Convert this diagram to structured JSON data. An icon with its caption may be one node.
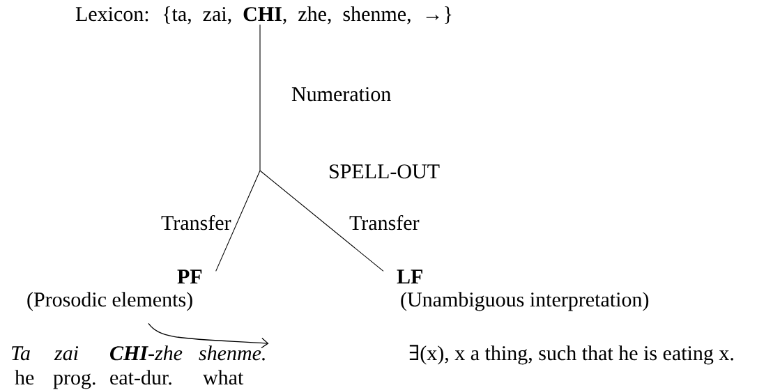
{
  "diagram": {
    "nodes": [
      {
        "text": [
          "Lexicon: {ta, zai, **CHI**, zhe, shenme, →}"
        ]
      },
      {
        "text": [
          "PF",
          "(Prosodic elements)"
        ]
      },
      {
        "text": [
          "LF",
          "(Unambiguous interpretation)"
        ]
      },
      {
        "text": [
          "shenme."
        ]
      }
    ],
    "edges": [
      {
        "from": 0,
        "to": 1,
        "arrow": "none",
        "label": "Transfer"
      },
      {
        "from": 0,
        "to": 2,
        "arrow": "none",
        "label": "Transfer"
      },
      {
        "from": 1,
        "to": 3,
        "arrow": "to"
      }
    ],
    "labels": [
      "Numeration",
      "SPELL-OUT",
      "Ta",
      "zai",
      "**CHI**-zhe",
      "∃(x), x a thing, such that he is eating x.",
      "he",
      "prog.",
      "eat-dur.",
      "what"
    ]
  }
}
